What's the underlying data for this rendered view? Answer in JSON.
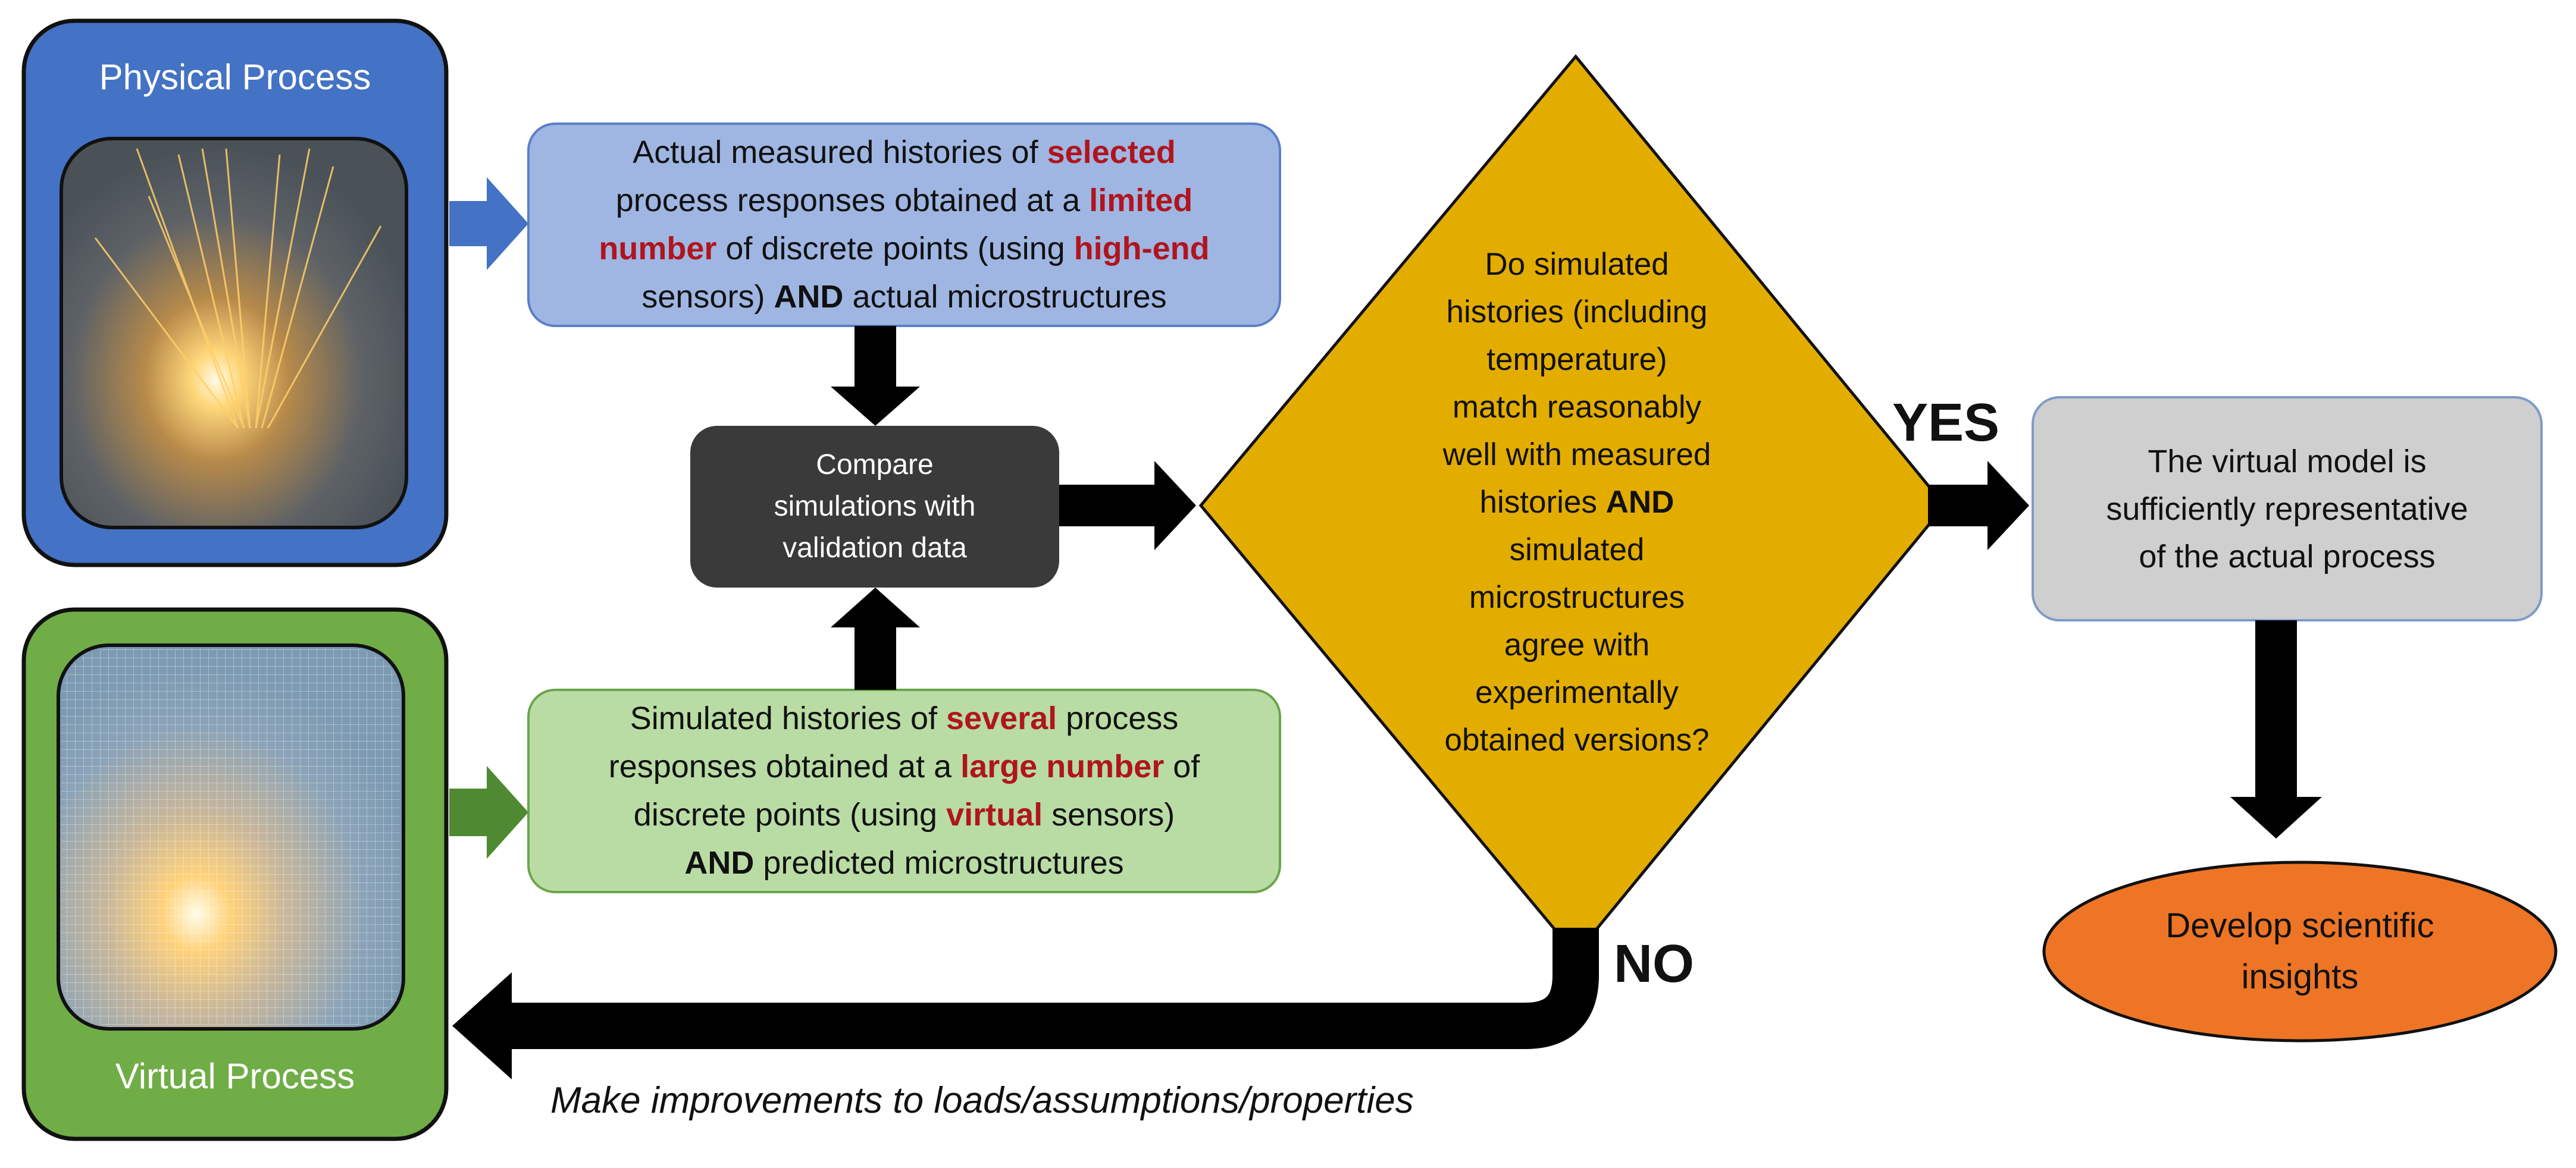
{
  "physical_process": {
    "title": "Physical Process"
  },
  "virtual_process": {
    "title": "Virtual Process"
  },
  "measured_box": {
    "t1": "Actual measured histories of ",
    "h1": "selected",
    "t2": "process responses obtained at a ",
    "h2": "limited",
    "h3": "number",
    "t3": " of discrete points (using ",
    "h4": "high-end",
    "t4": "sensors) ",
    "b1": "AND",
    "t5": " actual microstructures"
  },
  "simulated_box": {
    "t1": "Simulated histories of ",
    "h1": "several",
    "t2": " process",
    "t3": "responses obtained at a ",
    "h2": "large number",
    "t4": " of",
    "t5": "discrete points (using ",
    "h3": "virtual",
    "t6": " sensors)",
    "b1": "AND",
    "t7": " predicted microstructures"
  },
  "compare_box": {
    "l1": "Compare",
    "l2": "simulations with",
    "l3": "validation data"
  },
  "decision": {
    "l1": "Do simulated",
    "l2": "histories (including",
    "l3": "temperature)",
    "l4": "match reasonably",
    "l5": "well with measured",
    "l6": "histories ",
    "l6b": "AND",
    "l7": "simulated",
    "l8": "microstructures",
    "l9": "agree with",
    "l10": "experimentally",
    "l11": "obtained versions?"
  },
  "yes_label": "YES",
  "no_label": "NO",
  "result_box": {
    "l1": "The virtual model is",
    "l2": "sufficiently representative",
    "l3": "of the actual process"
  },
  "insights": {
    "l1": "Develop scientific",
    "l2": "insights"
  },
  "footer": "Make improvements to loads/assumptions/properties",
  "colors": {
    "physical_panel": "#4472c4",
    "virtual_panel": "#70ad47",
    "measured_fill": "#9fb6e3",
    "simulated_fill": "#b9dca4",
    "compare_fill": "#3a3a3a",
    "decision_fill": "#e3ad00",
    "result_fill": "#cfcfcf",
    "insights_fill": "#ee7526"
  }
}
